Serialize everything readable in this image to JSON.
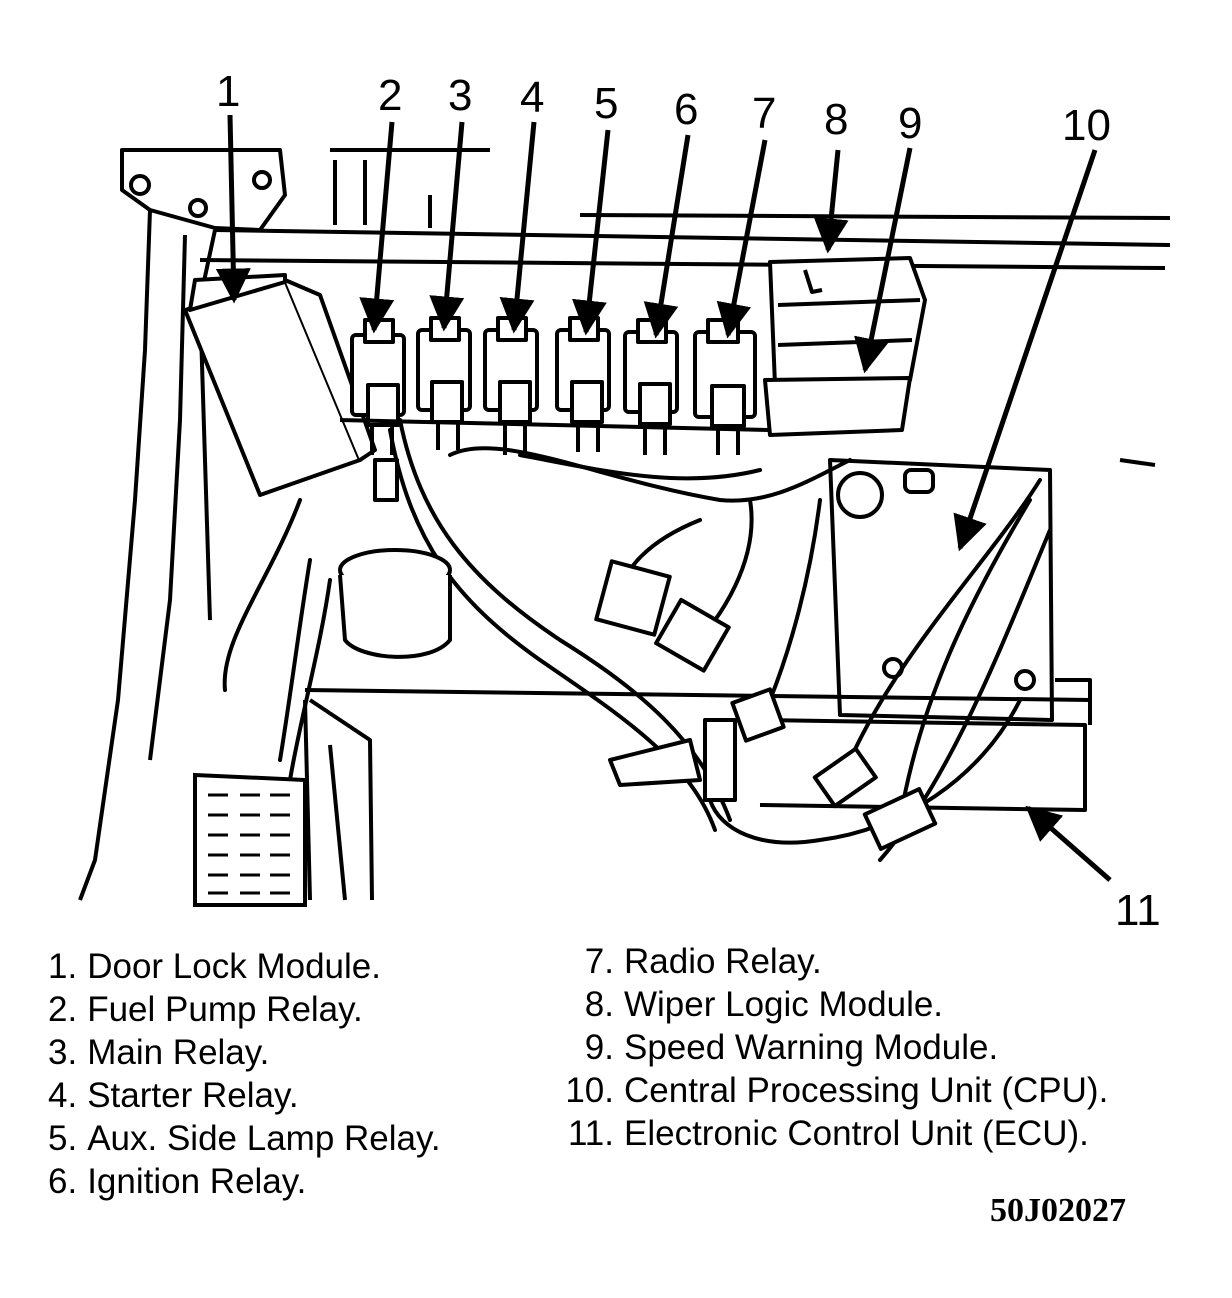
{
  "figure_id": "50J02027",
  "callout_numbers": [
    "1",
    "2",
    "3",
    "4",
    "5",
    "6",
    "7",
    "8",
    "9",
    "10",
    "11"
  ],
  "legend_left": [
    {
      "num": "1.",
      "label": "Door Lock Module."
    },
    {
      "num": "2.",
      "label": "Fuel Pump Relay."
    },
    {
      "num": "3.",
      "label": "Main Relay."
    },
    {
      "num": "4.",
      "label": "Starter Relay."
    },
    {
      "num": "5.",
      "label": "Aux. Side Lamp Relay."
    },
    {
      "num": "6.",
      "label": "Ignition Relay."
    }
  ],
  "legend_right": [
    {
      "num": "7.",
      "label": "Radio Relay."
    },
    {
      "num": "8.",
      "label": "Wiper Logic Module."
    },
    {
      "num": "9.",
      "label": "Speed Warning Module."
    },
    {
      "num": "10.",
      "label": "Central Processing Unit (CPU)."
    },
    {
      "num": "11.",
      "label": "Electronic Control Unit (ECU)."
    }
  ]
}
